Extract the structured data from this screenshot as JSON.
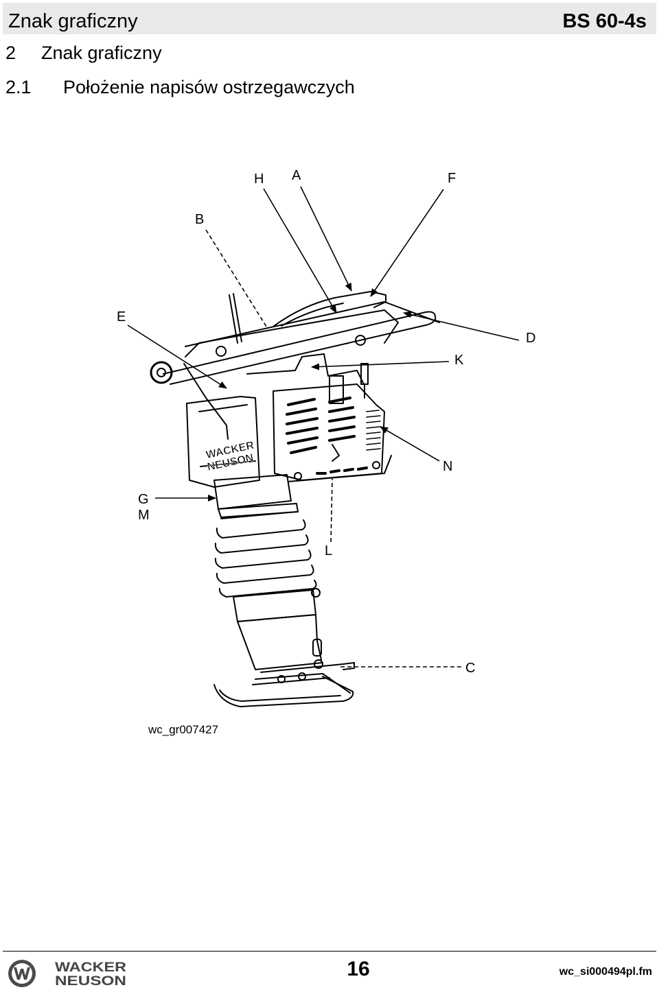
{
  "header": {
    "section_title": "Znak graficzny",
    "model": "BS 60-4s"
  },
  "heading1": {
    "number": "2",
    "text": "Znak graficzny"
  },
  "heading2": {
    "number": "2.1",
    "text": "Położenie napisów ostrzegawczych"
  },
  "figure": {
    "callouts": {
      "H": "H",
      "A": "A",
      "F": "F",
      "B": "B",
      "E": "E",
      "D": "D",
      "K": "K",
      "N": "N",
      "G": "G",
      "M": "M",
      "L": "L",
      "C": "C"
    },
    "image_id": "wc_gr007427"
  },
  "footer": {
    "logo": "WACKER NEUSON",
    "page_number": "16",
    "file_name": "wc_si000494pl.fm"
  }
}
